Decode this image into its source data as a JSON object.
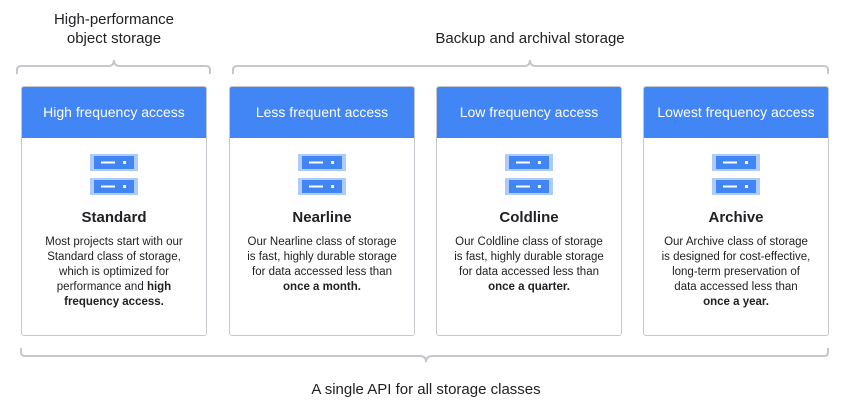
{
  "groups": {
    "high_performance": "High-performance\nobject storage",
    "backup": "Backup and archival storage",
    "api": "A single API for all storage classes"
  },
  "cards": [
    {
      "header": "High frequency access",
      "icon": "server-icon",
      "title": "Standard",
      "desc": "Most projects start with our Standard class of storage, which is optimized for performance and",
      "desc_bold": "high frequency access."
    },
    {
      "header": "Less frequent access",
      "icon": "server-icon",
      "title": "Nearline",
      "desc": "Our Nearline class of storage is fast, highly durable storage for data accessed less than",
      "desc_bold": "once a month."
    },
    {
      "header": "Low frequency access",
      "icon": "server-icon",
      "title": "Coldline",
      "desc": "Our Coldline class of storage is fast, highly durable storage for data accessed less than",
      "desc_bold": "once a quarter."
    },
    {
      "header": "Lowest frequency access",
      "icon": "server-icon",
      "title": "Archive",
      "desc": "Our Archive class of storage is designed for cost-effective, long-term preservation of data accessed less",
      "desc_pre_bold": "than",
      "desc_bold": "once a year."
    }
  ],
  "colors": {
    "header": "#4285f4",
    "icon": "#4285f4",
    "icon_light": "#aecbfa",
    "bracket": "#c4c8cc"
  }
}
